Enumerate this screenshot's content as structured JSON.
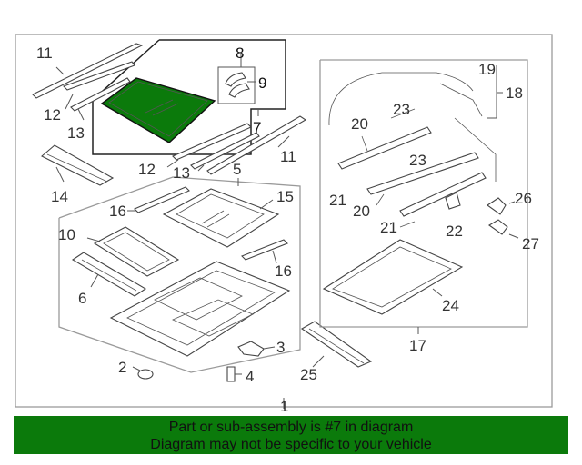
{
  "diagram": {
    "callouts": {
      "c1": "1",
      "c2": "2",
      "c3": "3",
      "c4": "4",
      "c5": "5",
      "c6": "6",
      "c7": "7",
      "c8": "8",
      "c9": "9",
      "c10": "10",
      "c11a": "11",
      "c11b": "11",
      "c12a": "12",
      "c12b": "12",
      "c13a": "13",
      "c13b": "13",
      "c14": "14",
      "c15": "15",
      "c16a": "16",
      "c16b": "16",
      "c17": "17",
      "c18": "18",
      "c19": "19",
      "c20a": "20",
      "c20b": "20",
      "c21a": "21",
      "c21b": "21",
      "c22": "22",
      "c23a": "23",
      "c23b": "23",
      "c24": "24",
      "c25": "25",
      "c26": "26",
      "c27": "27"
    },
    "highlight_color": "#0b7a0b"
  },
  "footer": {
    "line1": "Part or sub-assembly is #7 in diagram",
    "line2": "Diagram may not be specific to your vehicle",
    "background": "#0b7a0b"
  }
}
